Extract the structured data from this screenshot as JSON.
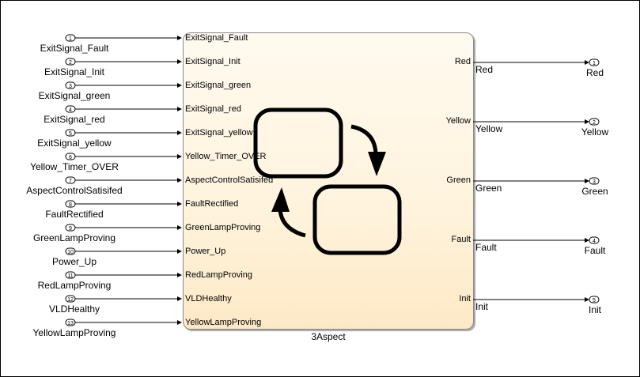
{
  "block": {
    "name": "3Aspect",
    "fill_top": "#fffaf0",
    "fill_bottom": "#fde9c6",
    "icon": "stateflow-chart-icon"
  },
  "inputs": [
    {
      "num": "1",
      "name": "ExitSignal_Fault",
      "port": "ExitSignal_Fault"
    },
    {
      "num": "2",
      "name": "ExitSignal_Init",
      "port": "ExitSignal_Init"
    },
    {
      "num": "3",
      "name": "ExitSignal_green",
      "port": "ExitSignal_green"
    },
    {
      "num": "4",
      "name": "ExitSignal_red",
      "port": "ExitSignal_red"
    },
    {
      "num": "5",
      "name": "ExitSignal_yellow",
      "port": "ExitSignal_yellow"
    },
    {
      "num": "6",
      "name": "Yellow_Timer_OVER",
      "port": "Yellow_Timer_OVER"
    },
    {
      "num": "7",
      "name": "AspectControlSatisifed",
      "port": "AspectControlSatisifed"
    },
    {
      "num": "8",
      "name": "FaultRectified",
      "port": "FaultRectified"
    },
    {
      "num": "9",
      "name": "GreenLampProving",
      "port": "GreenLampProving"
    },
    {
      "num": "10",
      "name": "Power_Up",
      "port": "Power_Up"
    },
    {
      "num": "11",
      "name": "RedLampProving",
      "port": "RedLampProving"
    },
    {
      "num": "12",
      "name": "VLDHealthy",
      "port": "VLDHealthy"
    },
    {
      "num": "13",
      "name": "YellowLampProving",
      "port": "YellowLampProving"
    }
  ],
  "outputs": [
    {
      "num": "1",
      "port": "Red",
      "signal": "Red",
      "name": "Red"
    },
    {
      "num": "2",
      "port": "Yellow",
      "signal": "Yellow",
      "name": "Yellow"
    },
    {
      "num": "3",
      "port": "Green",
      "signal": "Green",
      "name": "Green"
    },
    {
      "num": "4",
      "port": "Fault",
      "signal": "Fault",
      "name": "Fault"
    },
    {
      "num": "5",
      "port": "Init",
      "signal": "Init",
      "name": "Init"
    }
  ]
}
